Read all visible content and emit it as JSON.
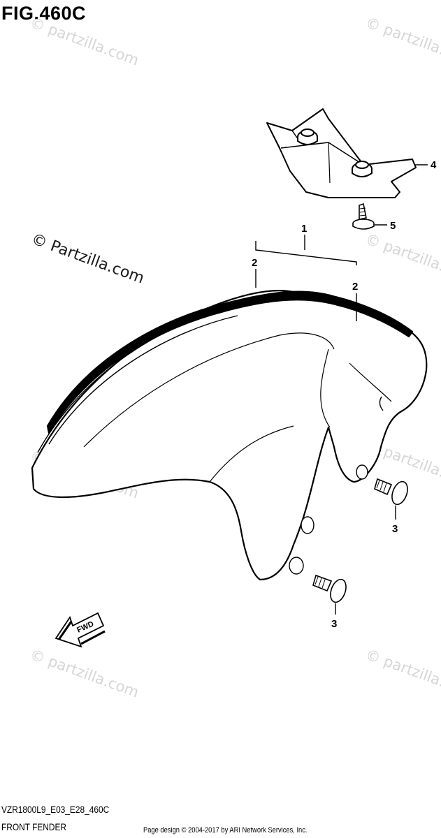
{
  "figure": {
    "title": "FIG.460C"
  },
  "watermark": {
    "text": "© Partzilla.com",
    "text_lower": "© partzilla.com"
  },
  "callouts": [
    {
      "id": "c1",
      "label": "1"
    },
    {
      "id": "c2a",
      "label": "2"
    },
    {
      "id": "c2b",
      "label": "2"
    },
    {
      "id": "c3a",
      "label": "3"
    },
    {
      "id": "c3b",
      "label": "3"
    },
    {
      "id": "c4",
      "label": "4"
    },
    {
      "id": "c5",
      "label": "5"
    }
  ],
  "fwd_arrow": {
    "label": "FWD"
  },
  "footer": {
    "model_code": "VZR1800L9_E03_E28_460C",
    "section_name": "FRONT FENDER",
    "credit": "Page design © 2004-2017 by ARI Network Services, Inc."
  },
  "colors": {
    "line": "#000000",
    "watermark": "#d6d6d6",
    "background": "#ffffff"
  }
}
